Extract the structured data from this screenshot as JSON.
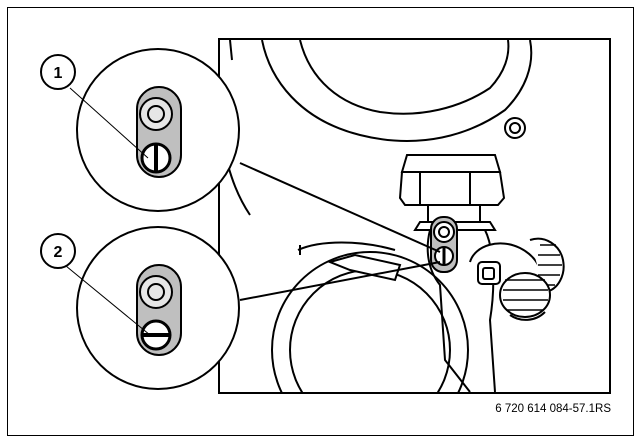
{
  "callouts": [
    {
      "number": "1",
      "position_label": "vertical"
    },
    {
      "number": "2",
      "position_label": "horizontal"
    }
  ],
  "figure_code": "6 720 614 084-57.1RS",
  "colors": {
    "line": "#000000",
    "fill_gray": "#bfbfbf",
    "fill_light": "#e6e6e6",
    "background": "#ffffff"
  }
}
